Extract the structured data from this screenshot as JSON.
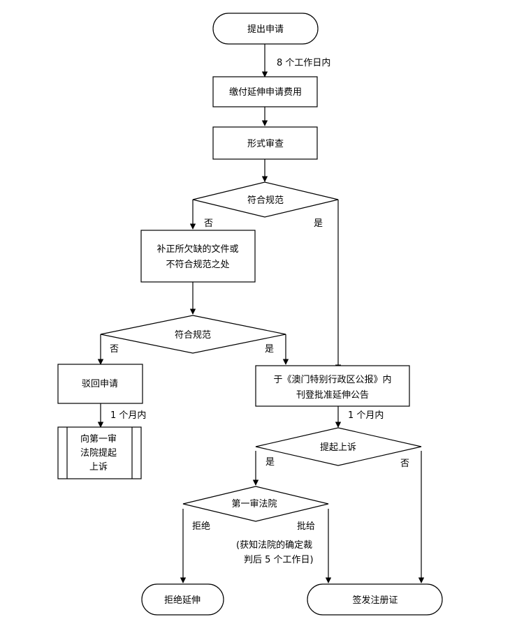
{
  "diagram": {
    "nodes": {
      "start": "提出申请",
      "pay_fee": "缴付延伸申请费用",
      "formal_review": "形式审查",
      "check1": "符合规范",
      "correct_line1": "补正所欠缺的文件或",
      "correct_line2": "不符合规范之处",
      "check2": "符合规范",
      "reject": "驳回申请",
      "appeal_line1": "向第一审",
      "appeal_line2": "法院提起",
      "appeal_line3": "上诉",
      "publish_line1": "于《澳门特别行政区公报》内",
      "publish_line2": "刊登批准延伸公告",
      "objection": "提起上诉",
      "court": "第一审法院",
      "refuse_end": "拒绝延伸",
      "certificate_end": "签发注册证"
    },
    "edges": {
      "within_8_days": "8 个工作日内",
      "check1_no": "否",
      "check1_yes": "是",
      "check2_no": "否",
      "check2_yes": "是",
      "reject_month": "1 个月内",
      "publish_month": "1 个月内",
      "objection_yes": "是",
      "objection_no": "否",
      "court_refuse": "拒绝",
      "court_approve": "批给",
      "court_note_line1": "(获知法院的确定裁",
      "court_note_line2": "判后 5 个工作日)"
    }
  }
}
